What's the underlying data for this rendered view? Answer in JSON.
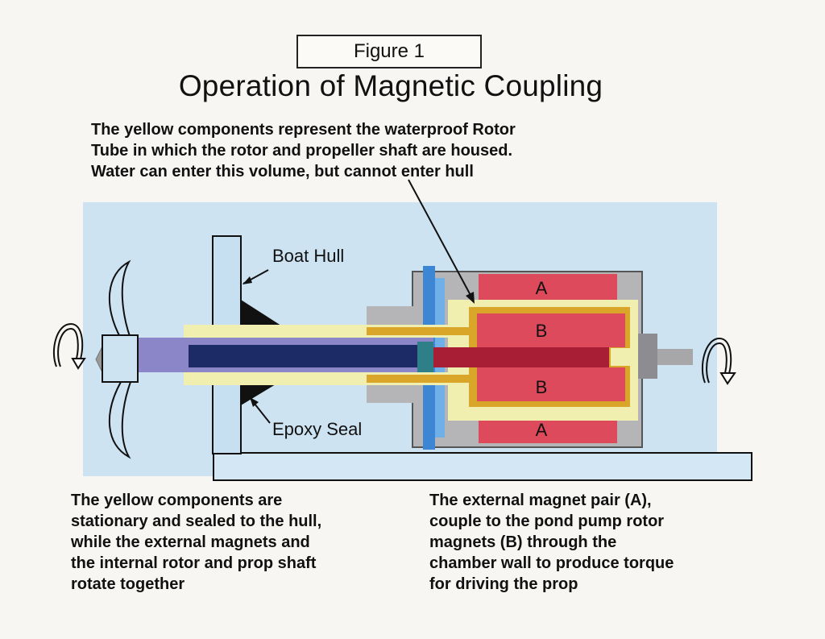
{
  "figure_label": "Figure 1",
  "title": "Operation of Magnetic Coupling",
  "top_note": "The yellow components represent the waterproof Rotor\nTube in which the rotor and propeller shaft are housed.\nWater can enter this volume, but cannot enter hull",
  "labels": {
    "boat_hull": "Boat Hull",
    "epoxy_seal": "Epoxy Seal"
  },
  "magnets": {
    "external": "A",
    "internal": "B"
  },
  "bottom_left_note": "The yellow components are\nstationary and sealed to the hull,\nwhile the external magnets and\nthe internal rotor and prop shaft\nrotate together",
  "bottom_right_note": "The external magnet pair (A),\ncouple to the pond pump rotor\nmagnets (B) through the\nchamber wall to produce torque\nfor driving the prop",
  "colors": {
    "water": "#cde3f2",
    "hull": "#c6e0f2",
    "yellow_tube": "#f1efb0",
    "gold": "#d9a62a",
    "magnet_red": "#dc4a5c",
    "magnet_dark_red": "#a81e34",
    "shaft_navy": "#1c2a66",
    "shaft_purple": "#8a86c8",
    "housing_gray": "#b5b5b8",
    "plate_blue": "#3d86d4",
    "seal_black": "#111111"
  }
}
